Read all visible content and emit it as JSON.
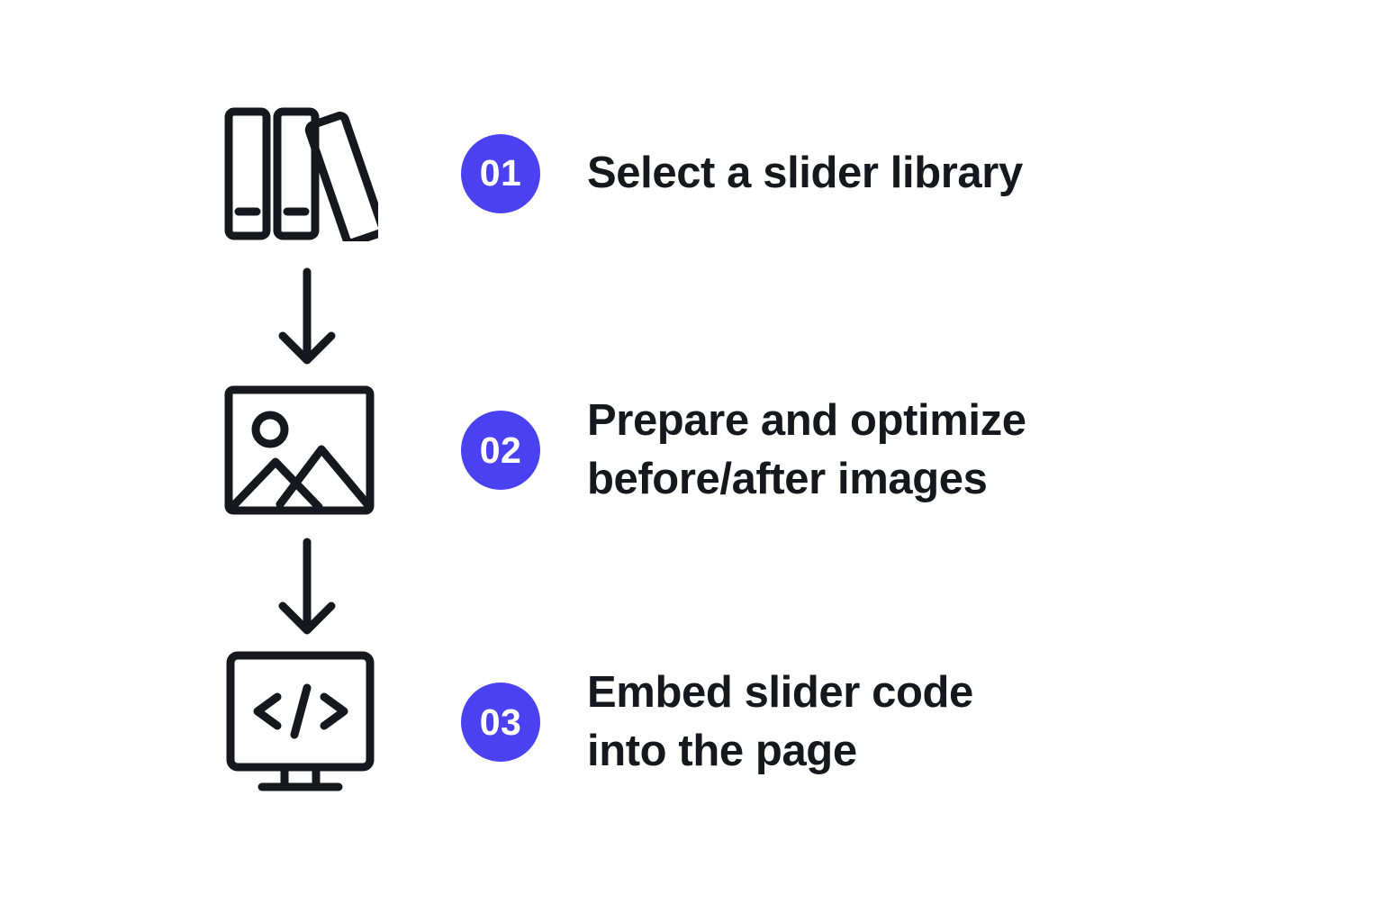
{
  "background_color": "#ffffff",
  "accent_color": "#4a42f0",
  "text_color": "#17181d",
  "icon_stroke_color": "#17181d",
  "diagram_data": {
    "type": "flowchart",
    "orientation": "vertical",
    "title": "",
    "connector": "down-arrow",
    "steps": [
      {
        "number": "01",
        "label": "Select a slider library",
        "icon": "books-icon"
      },
      {
        "number": "02",
        "label": "Prepare and optimize\nbefore/after images",
        "icon": "image-icon"
      },
      {
        "number": "03",
        "label": "Embed slider code\ninto the page",
        "icon": "monitor-code-icon"
      }
    ]
  },
  "connectors": [
    {
      "name": "arrow-step1-to-step2",
      "direction": "down"
    },
    {
      "name": "arrow-step2-to-step3",
      "direction": "down"
    }
  ]
}
